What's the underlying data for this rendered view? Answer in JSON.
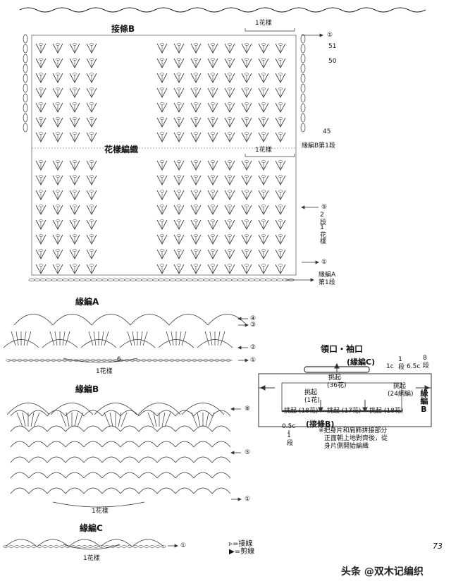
{
  "main_chart": {
    "joining_b": "接條B",
    "pattern_knit": "花樣編織",
    "one_repeat_top": "1花樣",
    "one_repeat_mid": "1花樣",
    "edging_b_row1": "緣編B第1段",
    "edging_a_row1_line1": "緣編A",
    "edging_a_row1_line2": "第1段",
    "row_1_top": "①",
    "row_51": "51",
    "row_50": "50",
    "row_45": "45",
    "row_5": "⑤",
    "row_1_bottom": "①",
    "two_rows": "2段",
    "one_repeat_side": "1花樣"
  },
  "edging_a": {
    "title": "緣編A",
    "row4": "④",
    "row3": "③",
    "row2": "②",
    "row1": "①",
    "count": "6",
    "repeat": "1花樣"
  },
  "edging_b": {
    "title": "緣編B",
    "row8": "⑧",
    "row5": "⑤",
    "row1": "①",
    "repeat": "1花樣"
  },
  "edging_c": {
    "title": "緣編C",
    "row1": "①",
    "repeat": "1花樣"
  },
  "legend": {
    "join": "=接線",
    "cut": "=剪線"
  },
  "neckline": {
    "title": "領口・袖口",
    "edging_c": "(緣編C)",
    "pick_36": "挑起",
    "pick_36_count": "(36花)",
    "pick_left": "挑起",
    "pick_left_count": "(1花)",
    "pick_right": "挑起",
    "pick_right_count": "(24網編)",
    "pick_1c_top": "1c",
    "one_row_top": "1段",
    "size_65": "6.5c",
    "eight_rows": "8段",
    "edging_b_side": "緣編B",
    "pick_18_left": "挑起 (18花)",
    "pick_17": "挑起 (17花)",
    "pick_18_right": "挑起 (18花)",
    "size_05": "0.5c",
    "one_row_bottom": "1段",
    "joining_b": "(接條B)",
    "note_line1": "※把身片和肩飾拼接部分",
    "note_line2": "正面朝上地對齊後，從",
    "note_line3": "身片側開始編織"
  },
  "page_number": "73",
  "watermark": "头条 @双木记编织"
}
